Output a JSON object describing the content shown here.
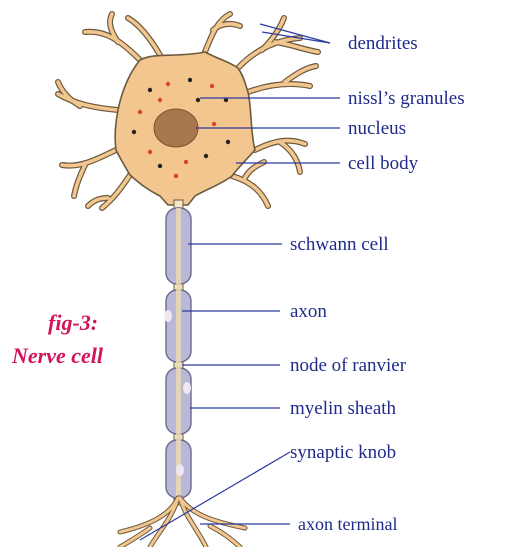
{
  "figure": {
    "number": "fig-3:",
    "title": "Nerve cell"
  },
  "labels": {
    "dendrites": "dendrites",
    "nissl_granules": "nissl’s granules",
    "nucleus": "nucleus",
    "cell_body": "cell body",
    "schwann_cell": "schwann cell",
    "axon": "axon",
    "node_of_ranvier": "node of ranvier",
    "myelin_sheath": "myelin sheath",
    "synaptic_knob": "synaptic knob",
    "axon_terminal": "axon terminal"
  },
  "colors": {
    "label_text": "#1f2a8a",
    "leader_line": "#2b3a9e",
    "figure_caption": "#d4145a",
    "cell_fill": "#f3c690",
    "cell_outline": "#6b5a3e",
    "nucleus": "#a8774b",
    "schwann_cell": "#b9b8d6",
    "axon_core": "#f6e6c6"
  }
}
